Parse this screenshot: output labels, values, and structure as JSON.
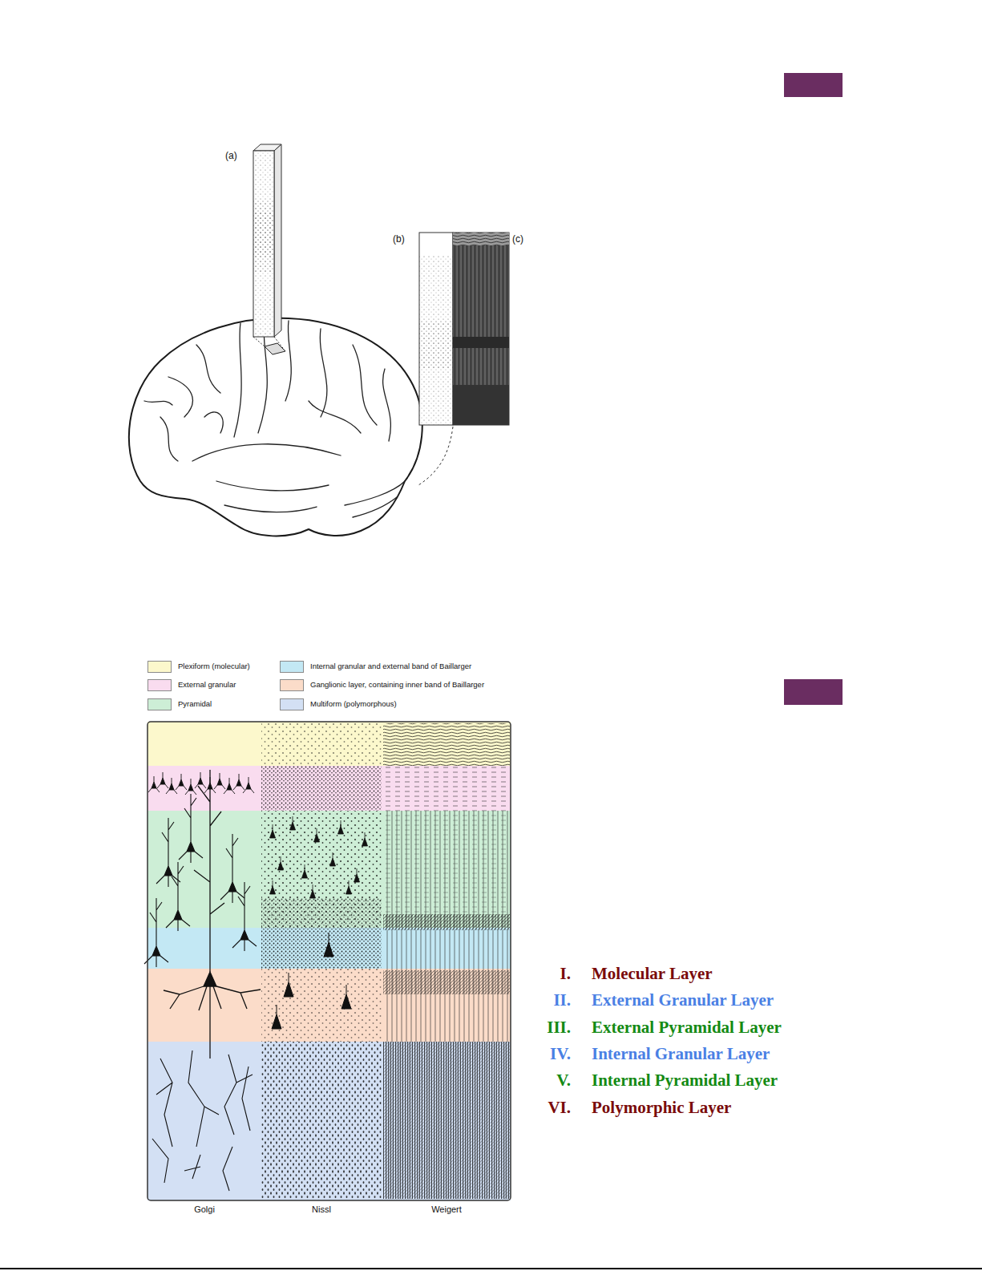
{
  "diagram": {
    "labels": [
      "(a)",
      "(b)",
      "(c)",
      "Golgi",
      "Nissl",
      "Weigert",
      "I.",
      "Molecular Layer",
      "II.",
      "External Granular Layer",
      "III.",
      "External Pyramidal Layer",
      "IV.",
      "Internal Granular Layer",
      "V.",
      "Internal Pyramidal Layer",
      "VI.",
      "Polymorphic Layer"
    ],
    "legend": [
      {
        "text": "Plexiform (molecular)",
        "color": "#fcf8cc"
      },
      {
        "text": "External granular",
        "color": "#f9dcef"
      },
      {
        "text": "Pyramidal",
        "color": "#cdeed6"
      },
      {
        "text": "Internal granular and external band of Baillarger",
        "color": "#c3e8f4"
      },
      {
        "text": "Ganglionic layer, containing inner band of Baillarger",
        "color": "#fbdcc9"
      },
      {
        "text": "Multiform (polymorphous)",
        "color": "#d3e0f4"
      }
    ]
  }
}
